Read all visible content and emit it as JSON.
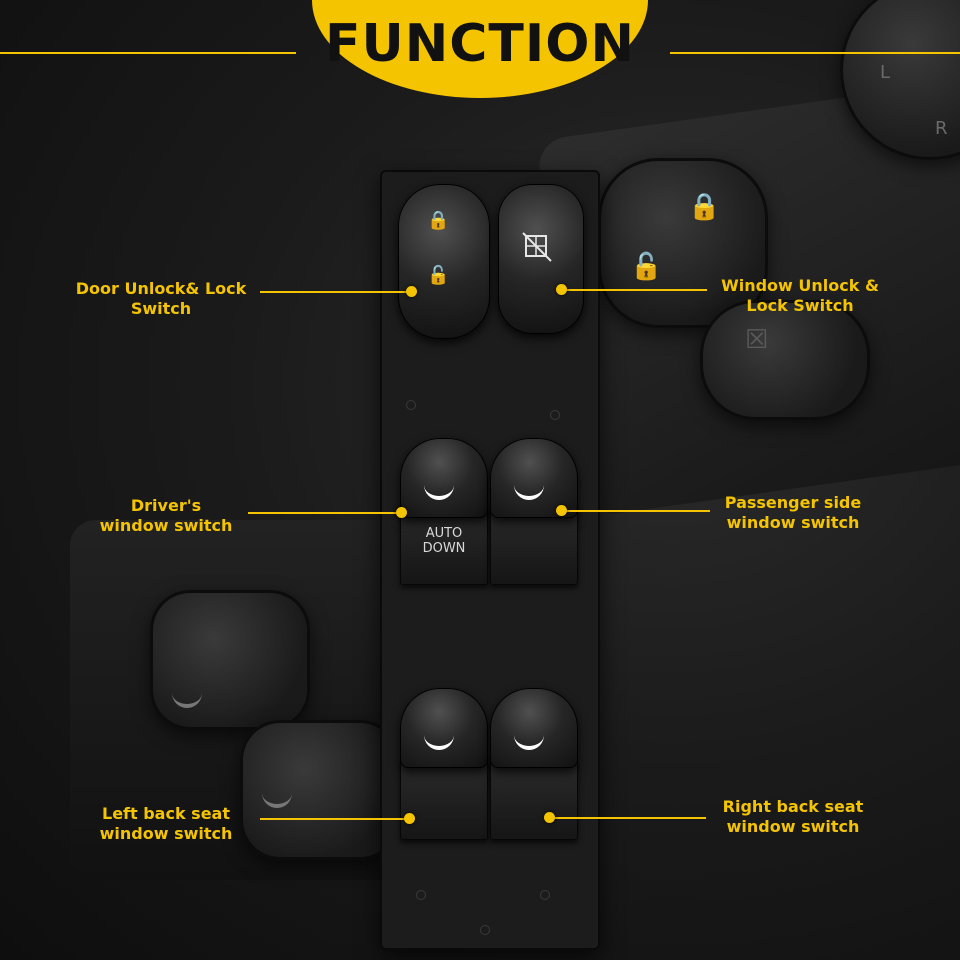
{
  "title": "FUNCTION",
  "colors": {
    "accent": "#f5c400",
    "background": "#141414",
    "switch_body": "#1c1c1c"
  },
  "labels": {
    "door_lock": [
      "Door Unlock& Lock",
      "Switch"
    ],
    "window_lock": [
      "Window Unlock &",
      "Lock Switch"
    ],
    "driver": [
      "Driver's",
      "window switch"
    ],
    "passenger": [
      "Passenger side",
      "window switch"
    ],
    "left_back": [
      "Left back seat",
      "window switch"
    ],
    "right_back": [
      "Right back seat",
      "window switch"
    ]
  },
  "switch_text": {
    "auto_line1": "AUTO",
    "auto_line2": "DOWN"
  },
  "icons": {
    "door_lock": "padlock-icon",
    "door_unlock": "padlock-open-icon",
    "window_lock": "window-lock-icon",
    "background_lock": "padlock-icon",
    "background_window_lock": "window-lock-icon"
  },
  "background_text": {
    "mirror_l": "L",
    "mirror_r": "R"
  }
}
